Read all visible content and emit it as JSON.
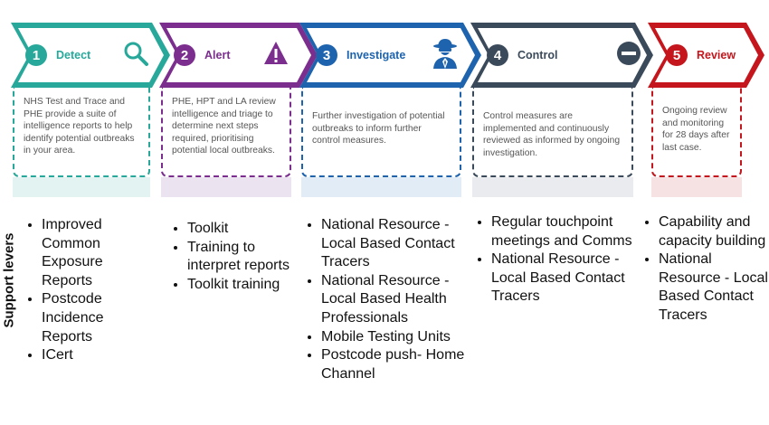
{
  "side_label": "Support levers",
  "stages": [
    {
      "number": "1",
      "title": "Detect",
      "icon": "magnifier-icon",
      "color": "#27a89a",
      "description": "NHS Test and Trace and PHE provide a suite of intelligence reports to help identify potential outbreaks in your area.",
      "levers": [
        "Improved Common Exposure Reports",
        "Postcode Incidence Reports",
        "ICert"
      ]
    },
    {
      "number": "2",
      "title": "Alert",
      "icon": "warning-icon",
      "color": "#7b2e8e",
      "description": "PHE, HPT and LA review intelligence and triage to determine next steps required, prioritising potential local outbreaks.",
      "levers": [
        "Toolkit",
        "Training to interpret reports",
        "Toolkit training"
      ]
    },
    {
      "number": "3",
      "title": "Investigate",
      "icon": "detective-icon",
      "color": "#1e63ae",
      "description": "Further investigation of potential outbreaks to inform further control measures.",
      "levers": [
        "National Resource - Local Based Contact Tracers",
        "National Resource - Local Based Health Professionals",
        "Mobile Testing Units",
        "Postcode push- Home Channel"
      ]
    },
    {
      "number": "4",
      "title": "Control",
      "icon": "minus-circle-icon",
      "color": "#3b4a5a",
      "description": "Control measures are implemented and continuously reviewed as informed by ongoing investigation.",
      "levers": [
        "Regular touchpoint meetings and Comms",
        "National Resource - Local Based Contact Tracers"
      ]
    },
    {
      "number": "5",
      "title": "Review",
      "icon": "",
      "color": "#c4161c",
      "description": "Ongoing review and monitoring for 28 days after last case.",
      "levers": [
        "Capability and capacity building",
        "National Resource - Local Based Contact Tracers"
      ]
    }
  ]
}
